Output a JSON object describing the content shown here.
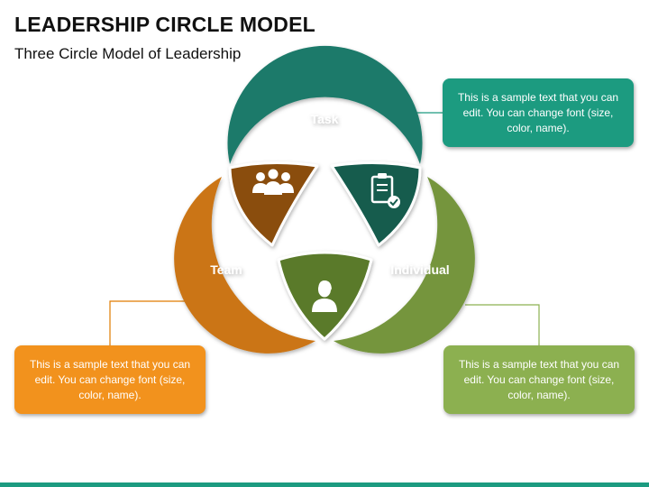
{
  "header": {
    "title": "LEADERSHIP CIRCLE MODEL",
    "subtitle": "Three Circle Model of Leadership"
  },
  "diagram": {
    "segments": [
      {
        "label": "Task",
        "color": "#1b7a6a"
      },
      {
        "label": "Team",
        "color": "#cb7412"
      },
      {
        "label": "Individual",
        "color": "#74953d"
      }
    ],
    "overlaps": [
      {
        "name": "task-team",
        "color": "#8a4d0c",
        "icon": "group-icon"
      },
      {
        "name": "task-individual",
        "color": "#155c4e",
        "icon": "clipboard-check-icon"
      },
      {
        "name": "team-individual",
        "color": "#5a7a2c",
        "icon": "person-icon"
      }
    ]
  },
  "callouts": {
    "task": "This is a sample text that you can edit. You can change font (size, color, name).",
    "team": "This is a sample text that you can edit. You can change font (size, color, name).",
    "individual": "This is a sample text that you can edit. You can change font (size, color, name)."
  },
  "colors": {
    "accent_teal": "#1c9b80",
    "accent_orange": "#f2921d",
    "accent_green": "#8cb050"
  }
}
